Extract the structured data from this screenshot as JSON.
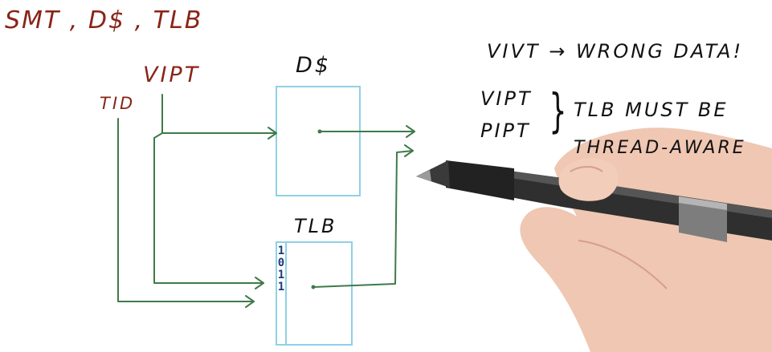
{
  "title": "SMT , D$ , TLB",
  "labels": {
    "vipt": "VIPT",
    "tid": "TID",
    "dcache": "D$",
    "tlb": "TLB"
  },
  "tlb_bits": [
    "1",
    "0",
    "1",
    "1"
  ],
  "notes": {
    "vivt": "VIVT → WRONG DATA!",
    "vipt": "VIPT",
    "pipt": "PIPT",
    "tlb_must_be": "TLB MUST BE",
    "thread_aware": "THREAD-AWARE"
  },
  "colors": {
    "title_ink": "#8a2417",
    "arrow_ink": "#3f7a4a",
    "box_ink": "#8fd0e6",
    "bit_ink": "#1e3a7a",
    "note_ink": "#111111"
  }
}
